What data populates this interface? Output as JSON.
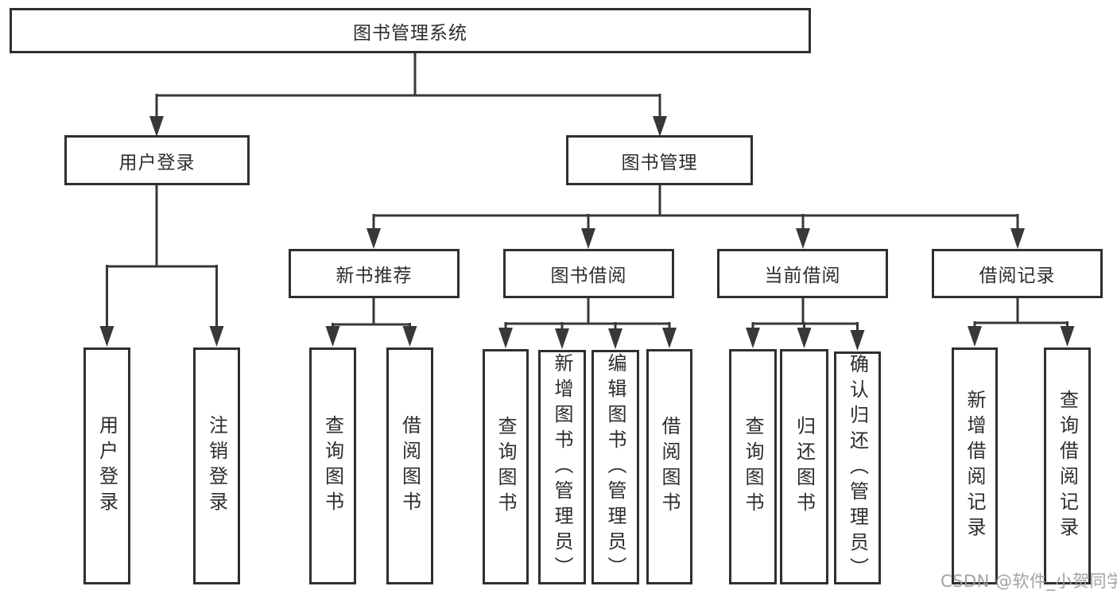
{
  "diagram": {
    "root": {
      "label": "图书管理系统"
    },
    "branches": [
      {
        "label": "用户登录",
        "children": [
          {
            "label": "用户登录"
          },
          {
            "label": "注销登录"
          }
        ]
      },
      {
        "label": "图书管理",
        "children": [
          {
            "label": "新书推荐",
            "children": [
              {
                "label": "查询图书"
              },
              {
                "label": "借阅图书"
              }
            ]
          },
          {
            "label": "图书借阅",
            "children": [
              {
                "label": "查询图书"
              },
              {
                "label": "新增图书（管理员）"
              },
              {
                "label": "编辑图书（管理员）"
              },
              {
                "label": "借阅图书"
              }
            ]
          },
          {
            "label": "当前借阅",
            "children": [
              {
                "label": "查询图书"
              },
              {
                "label": "归还图书"
              },
              {
                "label": "确认归还（管理员）"
              }
            ]
          },
          {
            "label": "借阅记录",
            "children": [
              {
                "label": "新增借阅记录"
              },
              {
                "label": "查询借阅记录"
              }
            ]
          }
        ]
      }
    ]
  },
  "watermark": {
    "text": "CSDN @软件_小贺同学"
  },
  "colors": {
    "line": "#383838",
    "border": "#2f2f2f",
    "text": "#2d2d2d",
    "box_background": "#ffffff",
    "watermark_text": "#9b9b9b"
  }
}
